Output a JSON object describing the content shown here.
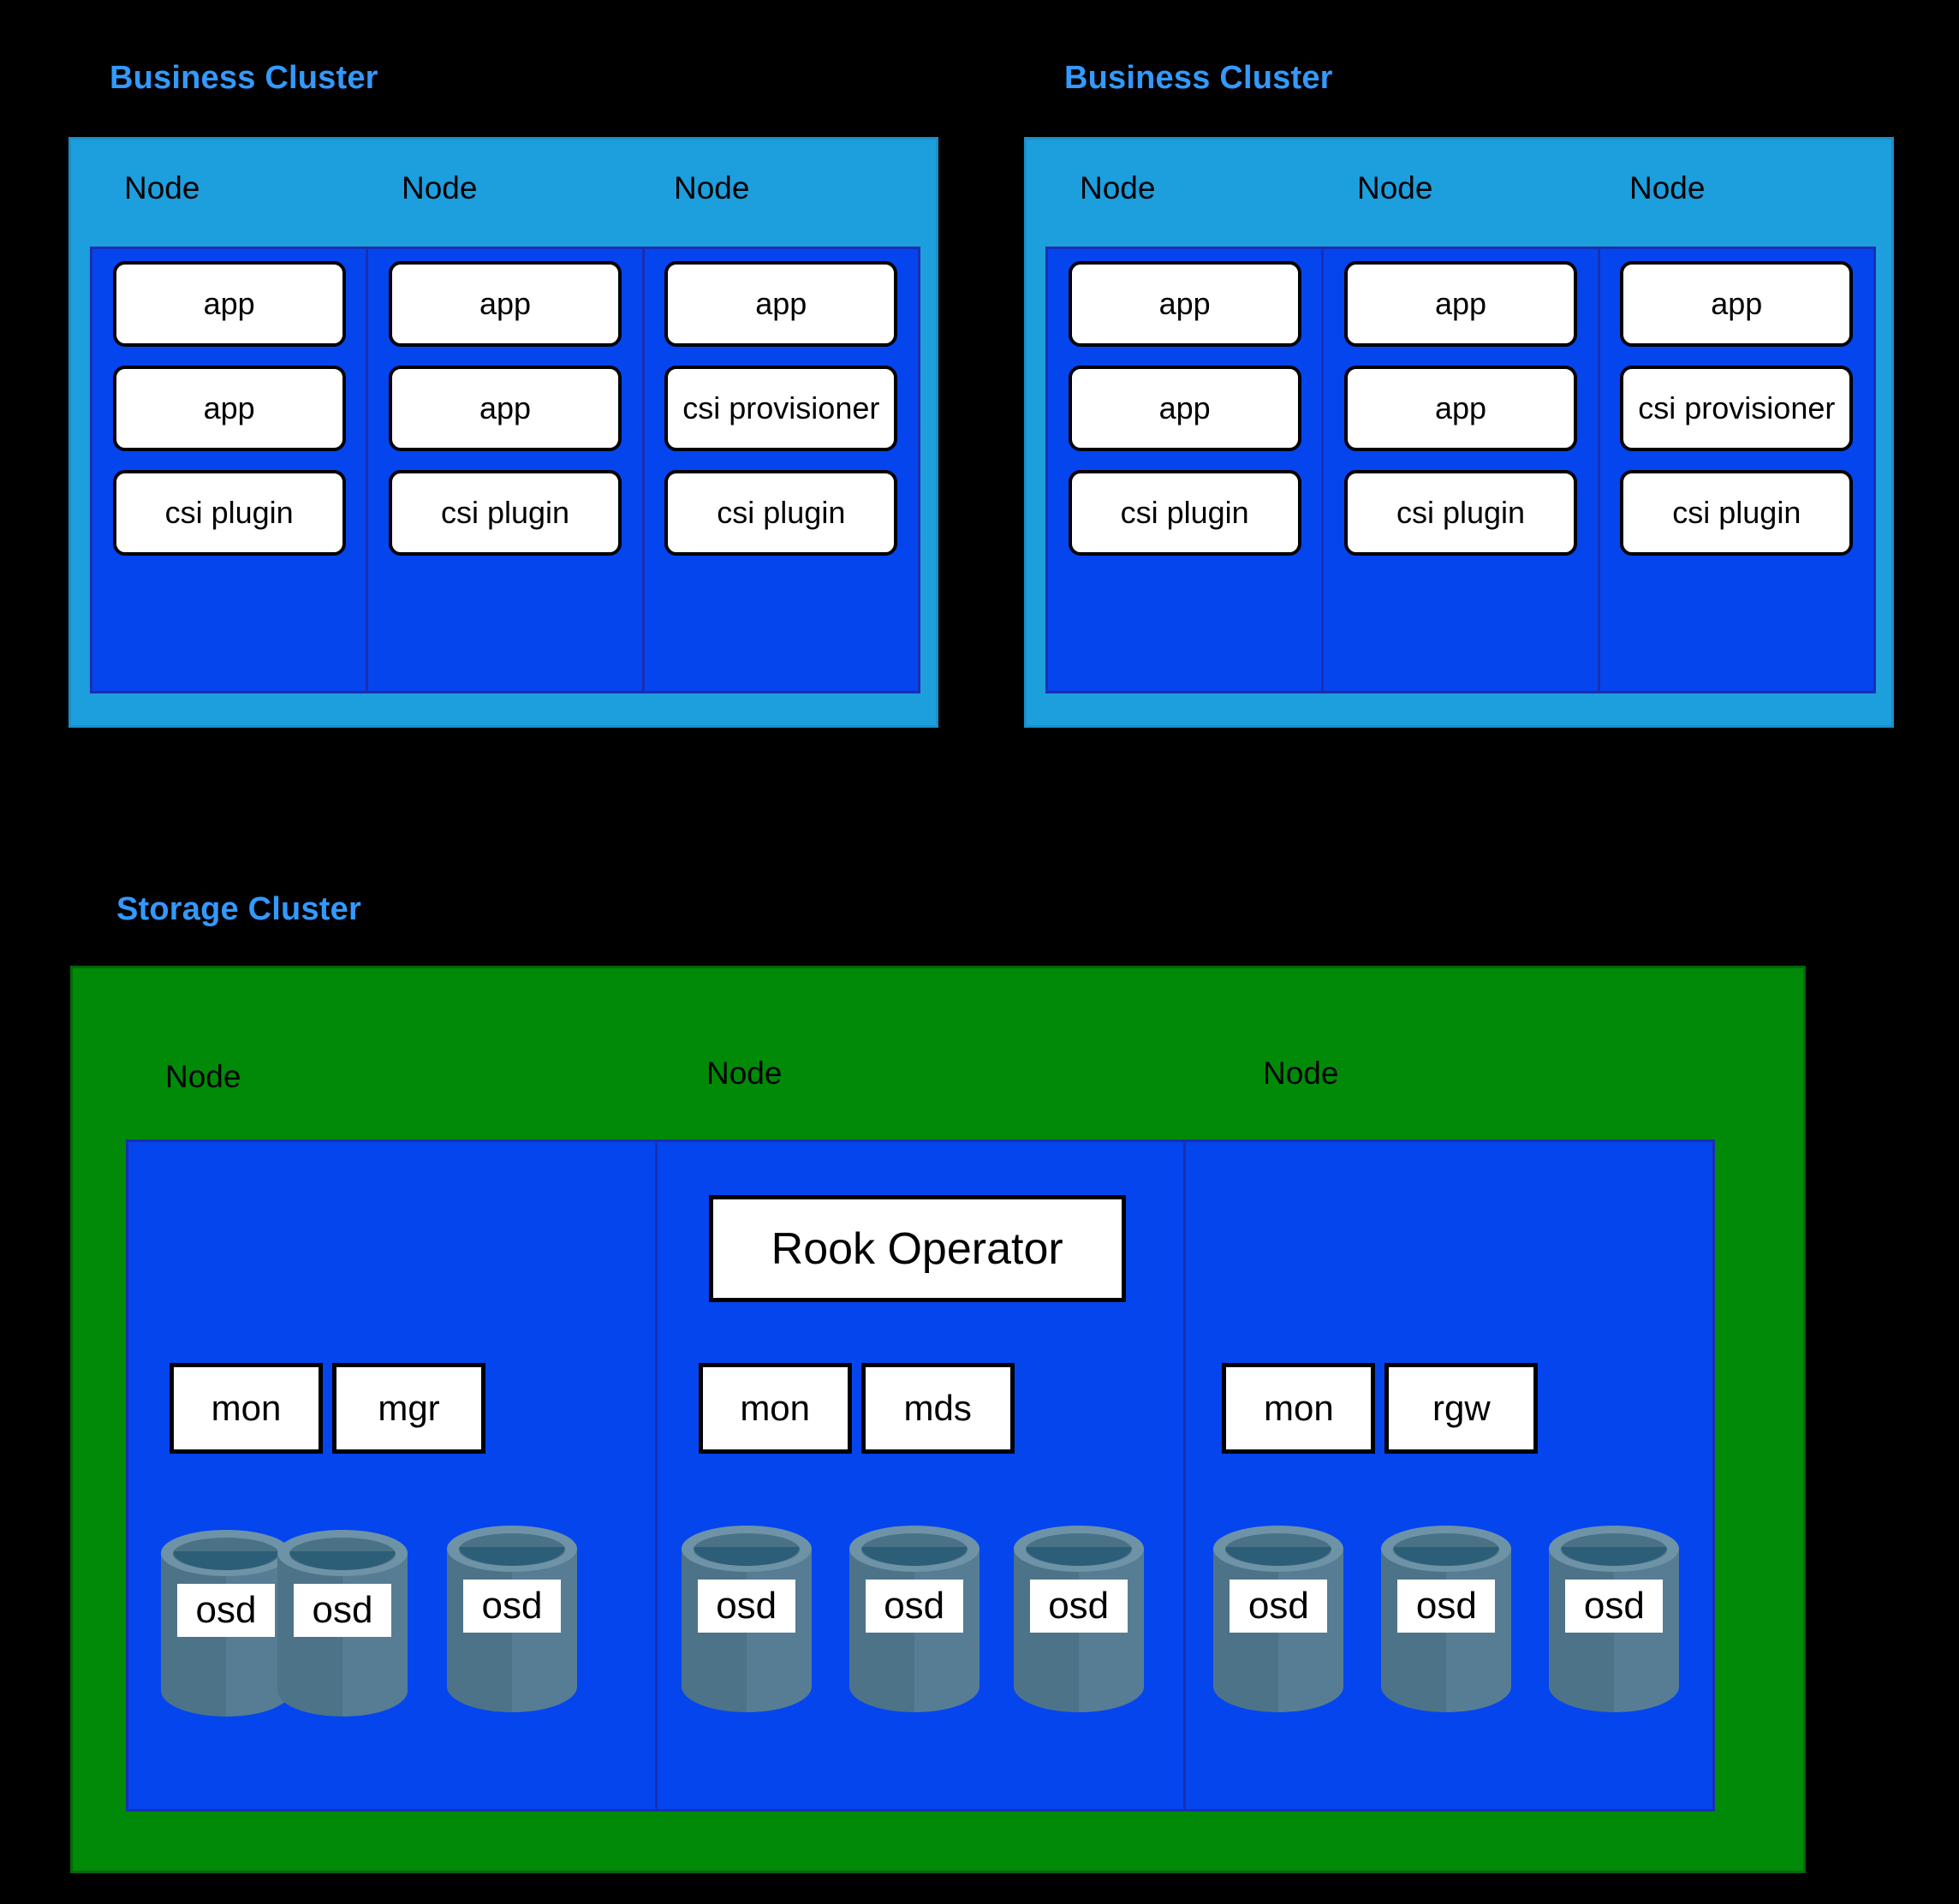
{
  "diagram": {
    "background_color": "#000000",
    "accent_caption_color": "#3399ff",
    "business_cluster_color": "#1d9edd",
    "pod_area_color": "#0545ee",
    "storage_cluster_color": "#008a08",
    "osd_cylinder_color": "#4d7389"
  },
  "business_clusters": [
    {
      "caption": "Business Cluster",
      "nodes": [
        {
          "label": "Node",
          "pods": [
            "app",
            "app",
            "csi plugin"
          ]
        },
        {
          "label": "Node",
          "pods": [
            "app",
            "app",
            "csi plugin"
          ]
        },
        {
          "label": "Node",
          "pods": [
            "app",
            "csi provisioner",
            "csi plugin"
          ]
        }
      ]
    },
    {
      "caption": "Business Cluster",
      "nodes": [
        {
          "label": "Node",
          "pods": [
            "app",
            "app",
            "csi plugin"
          ]
        },
        {
          "label": "Node",
          "pods": [
            "app",
            "app",
            "csi plugin"
          ]
        },
        {
          "label": "Node",
          "pods": [
            "app",
            "csi provisioner",
            "csi plugin"
          ]
        }
      ]
    }
  ],
  "storage_cluster": {
    "caption": "Storage Cluster",
    "nodes": [
      {
        "label": "Node",
        "operator": null,
        "daemons": [
          "mon",
          "mgr"
        ],
        "osds": [
          "osd",
          "osd",
          "osd"
        ]
      },
      {
        "label": "Node",
        "operator": "Rook Operator",
        "daemons": [
          "mon",
          "mds"
        ],
        "osds": [
          "osd",
          "osd",
          "osd"
        ]
      },
      {
        "label": "Node",
        "operator": null,
        "daemons": [
          "mon",
          "rgw"
        ],
        "osds": [
          "osd",
          "osd",
          "osd"
        ]
      }
    ]
  }
}
